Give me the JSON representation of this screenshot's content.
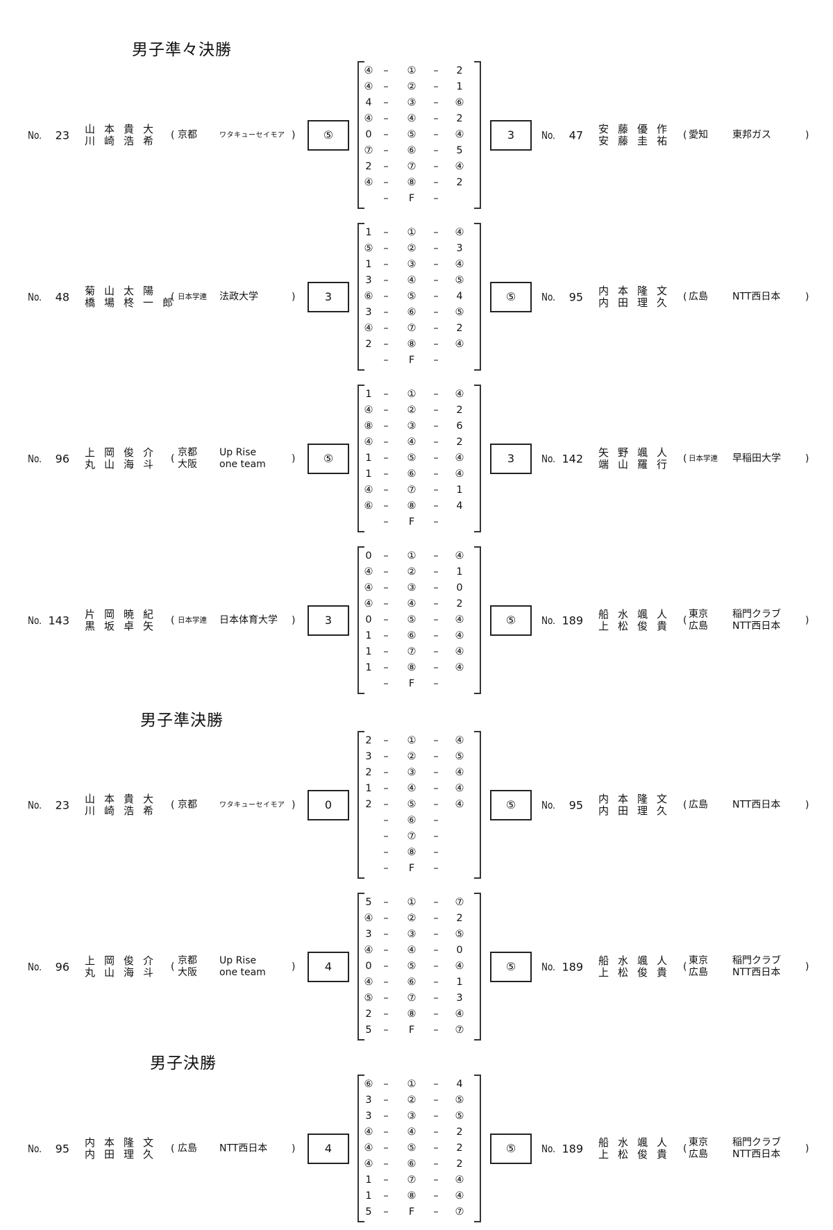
{
  "sections": [
    {
      "title": "男子準々決勝",
      "matches": [
        {
          "left": {
            "no_label": "No.",
            "no": "23",
            "names": [
              "山本貴大",
              "川崎浩希"
            ],
            "pref": [
              "京都"
            ],
            "team": [
              "ワタキューセイモア"
            ],
            "pref_small": false,
            "team_small": true,
            "score": "⑤"
          },
          "right": {
            "no_label": "No.",
            "no": "47",
            "names": [
              "安藤優作",
              "安藤圭祐"
            ],
            "pref": [
              "愛知"
            ],
            "team": [
              "東邦ガス"
            ],
            "pref_small": false,
            "team_small": false,
            "score": "3"
          },
          "games": [
            [
              "④",
              "①",
              "2"
            ],
            [
              "④",
              "②",
              "1"
            ],
            [
              "4",
              "③",
              "⑥"
            ],
            [
              "④",
              "④",
              "2"
            ],
            [
              "0",
              "⑤",
              "④"
            ],
            [
              "⑦",
              "⑥",
              "5"
            ],
            [
              "2",
              "⑦",
              "④"
            ],
            [
              "④",
              "⑧",
              "2"
            ],
            [
              "",
              "F",
              ""
            ]
          ]
        },
        {
          "left": {
            "no_label": "No.",
            "no": "48",
            "names": [
              "菊山太陽",
              "橋場柊一郎"
            ],
            "pref": [
              "日本学連"
            ],
            "team": [
              "法政大学"
            ],
            "pref_small": true,
            "team_small": false,
            "score": "3"
          },
          "right": {
            "no_label": "No.",
            "no": "95",
            "names": [
              "内本隆文",
              "内田理久"
            ],
            "pref": [
              "広島"
            ],
            "team": [
              "NTT西日本"
            ],
            "pref_small": false,
            "team_small": false,
            "score": "⑤"
          },
          "games": [
            [
              "1",
              "①",
              "④"
            ],
            [
              "⑤",
              "②",
              "3"
            ],
            [
              "1",
              "③",
              "④"
            ],
            [
              "3",
              "④",
              "⑤"
            ],
            [
              "⑥",
              "⑤",
              "4"
            ],
            [
              "3",
              "⑥",
              "⑤"
            ],
            [
              "④",
              "⑦",
              "2"
            ],
            [
              "2",
              "⑧",
              "④"
            ],
            [
              "",
              "F",
              ""
            ]
          ]
        },
        {
          "left": {
            "no_label": "No.",
            "no": "96",
            "names": [
              "上岡俊介",
              "丸山海斗"
            ],
            "pref": [
              "京都",
              "大阪"
            ],
            "team": [
              "Up Rise",
              "one team"
            ],
            "pref_small": false,
            "team_small": false,
            "score": "⑤"
          },
          "right": {
            "no_label": "No.",
            "no": "142",
            "names": [
              "矢野颯人",
              "端山羅行"
            ],
            "pref": [
              "日本学連"
            ],
            "team": [
              "早稲田大学"
            ],
            "pref_small": true,
            "team_small": false,
            "score": "3"
          },
          "games": [
            [
              "1",
              "①",
              "④"
            ],
            [
              "④",
              "②",
              "2"
            ],
            [
              "⑧",
              "③",
              "6"
            ],
            [
              "④",
              "④",
              "2"
            ],
            [
              "1",
              "⑤",
              "④"
            ],
            [
              "1",
              "⑥",
              "④"
            ],
            [
              "④",
              "⑦",
              "1"
            ],
            [
              "⑥",
              "⑧",
              "4"
            ],
            [
              "",
              "F",
              ""
            ]
          ]
        },
        {
          "left": {
            "no_label": "No.",
            "no": "143",
            "names": [
              "片岡暁紀",
              "黒坂卓矢"
            ],
            "pref": [
              "日本学連"
            ],
            "team": [
              "日本体育大学"
            ],
            "pref_small": true,
            "team_small": false,
            "score": "3"
          },
          "right": {
            "no_label": "No.",
            "no": "189",
            "names": [
              "船水颯人",
              "上松俊貴"
            ],
            "pref": [
              "東京",
              "広島"
            ],
            "team": [
              "稲門クラブ",
              "NTT西日本"
            ],
            "pref_small": false,
            "team_small": false,
            "score": "⑤"
          },
          "games": [
            [
              "0",
              "①",
              "④"
            ],
            [
              "④",
              "②",
              "1"
            ],
            [
              "④",
              "③",
              "0"
            ],
            [
              "④",
              "④",
              "2"
            ],
            [
              "0",
              "⑤",
              "④"
            ],
            [
              "1",
              "⑥",
              "④"
            ],
            [
              "1",
              "⑦",
              "④"
            ],
            [
              "1",
              "⑧",
              "④"
            ],
            [
              "",
              "F",
              ""
            ]
          ]
        }
      ]
    },
    {
      "title": "男子準決勝",
      "matches": [
        {
          "left": {
            "no_label": "No.",
            "no": "23",
            "names": [
              "山本貴大",
              "川崎浩希"
            ],
            "pref": [
              "京都"
            ],
            "team": [
              "ワタキューセイモア"
            ],
            "pref_small": false,
            "team_small": true,
            "score": "0"
          },
          "right": {
            "no_label": "No.",
            "no": "95",
            "names": [
              "内本隆文",
              "内田理久"
            ],
            "pref": [
              "広島"
            ],
            "team": [
              "NTT西日本"
            ],
            "pref_small": false,
            "team_small": false,
            "score": "⑤"
          },
          "games": [
            [
              "2",
              "①",
              "④"
            ],
            [
              "3",
              "②",
              "⑤"
            ],
            [
              "2",
              "③",
              "④"
            ],
            [
              "1",
              "④",
              "④"
            ],
            [
              "2",
              "⑤",
              "④"
            ],
            [
              "",
              "⑥",
              ""
            ],
            [
              "",
              "⑦",
              ""
            ],
            [
              "",
              "⑧",
              ""
            ],
            [
              "",
              "F",
              ""
            ]
          ]
        },
        {
          "left": {
            "no_label": "No.",
            "no": "96",
            "names": [
              "上岡俊介",
              "丸山海斗"
            ],
            "pref": [
              "京都",
              "大阪"
            ],
            "team": [
              "Up Rise",
              "one team"
            ],
            "pref_small": false,
            "team_small": false,
            "score": "4"
          },
          "right": {
            "no_label": "No.",
            "no": "189",
            "names": [
              "船水颯人",
              "上松俊貴"
            ],
            "pref": [
              "東京",
              "広島"
            ],
            "team": [
              "稲門クラブ",
              "NTT西日本"
            ],
            "pref_small": false,
            "team_small": false,
            "score": "⑤"
          },
          "games": [
            [
              "5",
              "①",
              "⑦"
            ],
            [
              "④",
              "②",
              "2"
            ],
            [
              "3",
              "③",
              "⑤"
            ],
            [
              "④",
              "④",
              "0"
            ],
            [
              "0",
              "⑤",
              "④"
            ],
            [
              "④",
              "⑥",
              "1"
            ],
            [
              "⑤",
              "⑦",
              "3"
            ],
            [
              "2",
              "⑧",
              "④"
            ],
            [
              "5",
              "F",
              "⑦"
            ]
          ]
        }
      ]
    },
    {
      "title": "男子決勝",
      "matches": [
        {
          "left": {
            "no_label": "No.",
            "no": "95",
            "names": [
              "内本隆文",
              "内田理久"
            ],
            "pref": [
              "広島"
            ],
            "team": [
              "NTT西日本"
            ],
            "pref_small": false,
            "team_small": false,
            "score": "4"
          },
          "right": {
            "no_label": "No.",
            "no": "189",
            "names": [
              "船水颯人",
              "上松俊貴"
            ],
            "pref": [
              "東京",
              "広島"
            ],
            "team": [
              "稲門クラブ",
              "NTT西日本"
            ],
            "pref_small": false,
            "team_small": false,
            "score": "⑤"
          },
          "games": [
            [
              "⑥",
              "①",
              "4"
            ],
            [
              "3",
              "②",
              "⑤"
            ],
            [
              "3",
              "③",
              "⑤"
            ],
            [
              "④",
              "④",
              "2"
            ],
            [
              "④",
              "⑤",
              "2"
            ],
            [
              "④",
              "⑥",
              "2"
            ],
            [
              "1",
              "⑦",
              "④"
            ],
            [
              "1",
              "⑧",
              "④"
            ],
            [
              "5",
              "F",
              "⑦"
            ]
          ]
        }
      ]
    }
  ],
  "glyphs": {
    "dash": "–",
    "paren_open": "(",
    "paren_close": ")"
  }
}
